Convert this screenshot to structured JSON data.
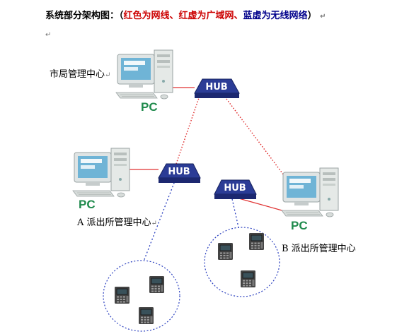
{
  "title": {
    "prefix": "系统部分架构图：（",
    "red_solid": "红色为网线、",
    "red_dotted": "红虚为广域网、",
    "blue_dotted": "蓝虚为无线网络",
    "suffix": "）",
    "para_mark": "↵"
  },
  "empty_line_mark": "↵",
  "nodes": {
    "city_center": {
      "label": "市局管理中心",
      "mark": "↵",
      "pc_label": "PC"
    },
    "station_a": {
      "label": "A 派出所管理中心",
      "mark": "↵",
      "pc_label": "PC"
    },
    "station_b": {
      "label": "B 派出所管理中心",
      "pc_label": "PC"
    }
  },
  "hubs": {
    "top": "HUB",
    "left": "HUB",
    "right": "HUB"
  },
  "colors": {
    "wired": "#e03030",
    "wan": "#e03030",
    "wireless": "#2a3fbf",
    "hub": "#2b3c96",
    "pc_label": "#1f8a4c"
  }
}
